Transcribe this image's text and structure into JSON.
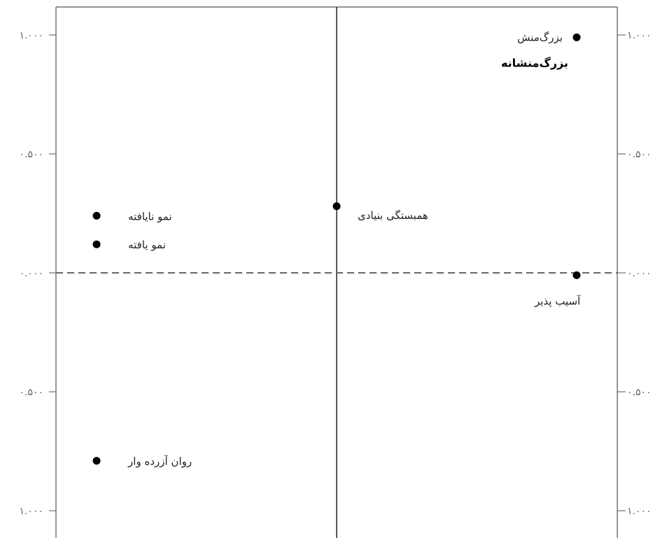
{
  "chart_data": {
    "type": "scatter",
    "ylim": [
      -1,
      1
    ],
    "xlim": [
      -1,
      1
    ],
    "y_ticks": [
      {
        "value": 1,
        "left_label": "۱.۰۰۰",
        "right_label": "۱.۰۰۰"
      },
      {
        "value": 0.5,
        "left_label": "۰.۵۰۰",
        "right_label": "۰.۵۰۰"
      },
      {
        "value": 0,
        "left_label": "۰.۰۰۰",
        "right_label": "۰.۰۰۰"
      },
      {
        "value": -0.5,
        "left_label": "۰.۵۰۰",
        "right_label": "۰.۵۰۰"
      },
      {
        "value": -1,
        "left_label": "۱.۰۰۰",
        "right_label": "۱.۰۰۰"
      }
    ],
    "reference_lines": {
      "vertical_x": 0,
      "horizontal_y": 0,
      "horizontal_style": "dashed"
    },
    "points": [
      {
        "label": "بزرگ‌منش",
        "x": 0.95,
        "y": 0.99,
        "label_side": "left",
        "faded": true
      },
      {
        "label": "همبستگی بنیادی",
        "x": 0.0,
        "y": 0.28,
        "label_side": "right",
        "faded": false
      },
      {
        "label": "نمو نایافته",
        "x": -0.95,
        "y": 0.24,
        "label_side": "right",
        "faded": false
      },
      {
        "label": "نمو یافته",
        "x": -0.95,
        "y": 0.12,
        "label_side": "right",
        "faded": false
      },
      {
        "label": "آسیب پذیر",
        "x": 0.95,
        "y": -0.01,
        "label_side": "below",
        "faded": false
      },
      {
        "label": "روان آزرده وار",
        "x": -0.95,
        "y": -0.79,
        "label_side": "right",
        "faded": false
      }
    ],
    "annotations": [
      {
        "text": "بزرگ‌منشانه",
        "near_point": 0,
        "bold": true
      }
    ]
  }
}
